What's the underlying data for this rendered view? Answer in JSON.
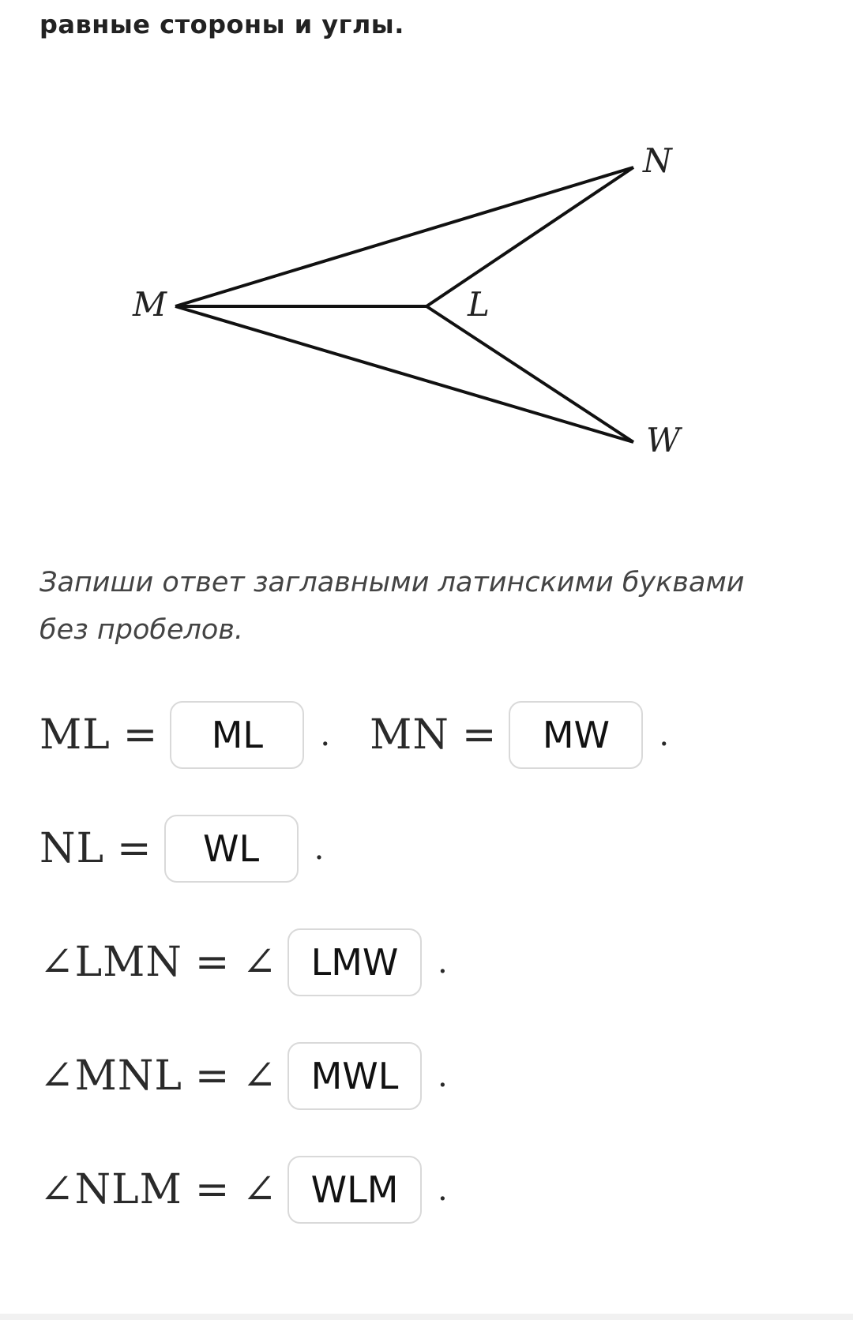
{
  "heading": "равные стороны и углы.",
  "figure": {
    "vertices": {
      "M": "M",
      "N": "N",
      "L": "L",
      "W": "W"
    }
  },
  "instruction": "Запиши ответ заглавными латинскими буквами без пробелов.",
  "equalities": [
    {
      "left": "ML",
      "equals": "=",
      "answer": "ML",
      "end": "."
    },
    {
      "left": "MN",
      "equals": "=",
      "answer": "MW",
      "end": "."
    },
    {
      "left": "NL",
      "equals": "=",
      "answer": "WL",
      "end": "."
    },
    {
      "left": "∠LMN",
      "equals": "=",
      "angle": "∠",
      "answer": "LMW",
      "end": "."
    },
    {
      "left": "∠MNL",
      "equals": "=",
      "angle": "∠",
      "answer": "MWL",
      "end": "."
    },
    {
      "left": "∠NLM",
      "equals": "=",
      "angle": "∠",
      "answer": "WLM",
      "end": "."
    }
  ]
}
